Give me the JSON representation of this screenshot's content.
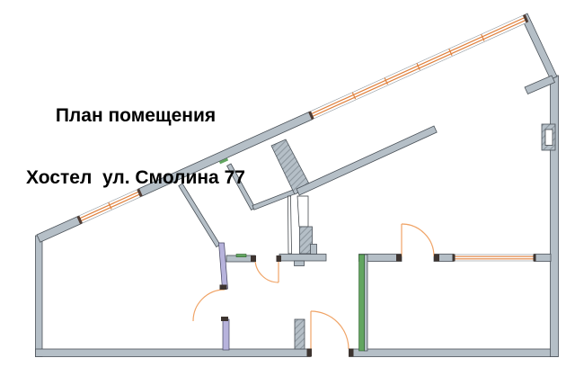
{
  "title": {
    "line1": "План помещения",
    "line2": "Хостел  ул. Смолина 77"
  },
  "colors": {
    "background": "#ffffff",
    "text": "#000000",
    "wall_fill": "#b5bfc7",
    "wall_outline": "#4a5158",
    "hatch_line": "#8d979f",
    "window_orange": "#e0823f",
    "door_orange": "#f0a467",
    "highlight_green": "#62a560",
    "highlight_green_edge": "#2f6030",
    "highlight_lavender": "#b7b3dc",
    "highlight_lavender_edge": "#44445e"
  },
  "plan": {
    "type": "floor-plan",
    "features": {
      "windows": [
        "top-left-window",
        "top-right-window",
        "interior-glazed-partition"
      ],
      "doors": [
        "left-partition-door",
        "hall-door",
        "bedroom-door",
        "entrance-door"
      ],
      "highlighted_walls": [
        "green-partition-wall",
        "lavender-partition-wall"
      ]
    }
  }
}
